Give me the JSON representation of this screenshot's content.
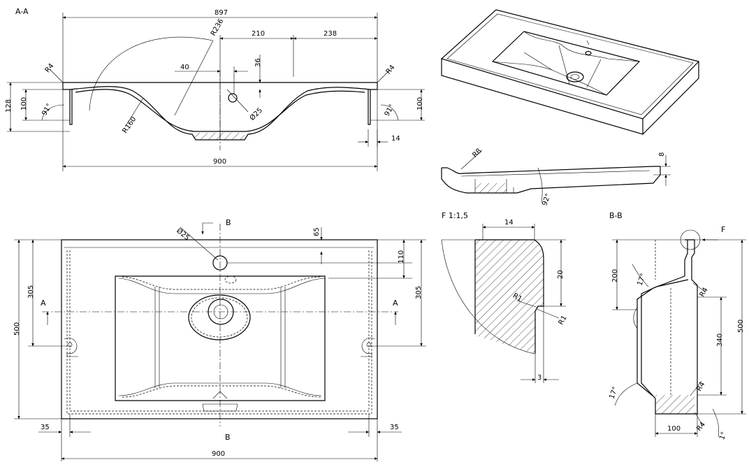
{
  "views": {
    "section_aa": "A-A",
    "section_bb": "B-B",
    "detail_f": "F 1:1,5",
    "cut_a": "A",
    "cut_b": "B",
    "arrow_f": "F"
  },
  "section_aa": {
    "overall_top": "897",
    "overall_bottom": "900",
    "d210": "210",
    "d238": "238",
    "d40": "40",
    "d36": "36",
    "d128": "128",
    "d100_left": "100",
    "d100_right": "100",
    "d14": "14",
    "r236": "R236",
    "r160": "R160",
    "r4_left": "R4",
    "r4_right": "R4",
    "phi25": "Ø25",
    "a91_left": "91°",
    "a91_right": "91°"
  },
  "plan": {
    "d65": "65",
    "d110": "110",
    "d305_left": "305",
    "d305_right": "305",
    "d500": "500",
    "d35_left": "35",
    "d35_right": "35",
    "d900": "900",
    "phi25": "Ø25"
  },
  "side_view": {
    "r8": "R8",
    "a92": "92°",
    "d8": "8"
  },
  "detail_f": {
    "d14": "14",
    "d20": "20",
    "d3": "3",
    "r1_a": "R1",
    "r1_b": "R1"
  },
  "section_bb": {
    "d200": "200",
    "d500": "500",
    "d340": "340",
    "d100": "100",
    "a17_top": "17°",
    "a17_bottom": "17°",
    "a1": "1°",
    "r4_a": "R4",
    "r4_b": "R4",
    "r4_c": "R4"
  }
}
